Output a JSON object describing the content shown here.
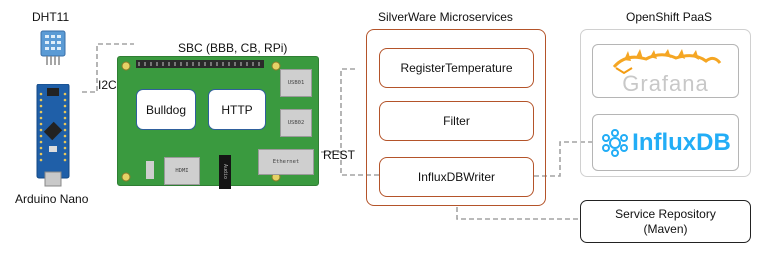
{
  "sensor": {
    "label": "DHT11"
  },
  "arduino": {
    "label": "Arduino Nano"
  },
  "bus": {
    "label": "I2C"
  },
  "sbc": {
    "title": "SBC (BBB, CB, RPi)",
    "bulldog_label": "Bulldog",
    "http_label": "HTTP",
    "usb1_label": "USB01",
    "usb2_label": "USB02",
    "hdmi_label": "HDMI",
    "ethernet_label": "Ethernet",
    "audio_label": "Audio"
  },
  "rest": {
    "label": "REST"
  },
  "silverware": {
    "title": "SilverWare Microservices",
    "services": [
      "RegisterTemperature",
      "Filter",
      "InfluxDBWriter"
    ]
  },
  "openshift": {
    "title": "OpenShift PaaS",
    "grafana_logo": "Grafana",
    "influx_logo": "InfluxDB"
  },
  "repository": {
    "line1": "Service Repository",
    "line2": "(Maven)"
  },
  "colors": {
    "orange": "#b4542a",
    "blue": "#2f5f9c",
    "board": "#3a9a3f",
    "dashed": "#9a9a9a",
    "grafana": "#f5a623",
    "influx": "#22adf6"
  }
}
